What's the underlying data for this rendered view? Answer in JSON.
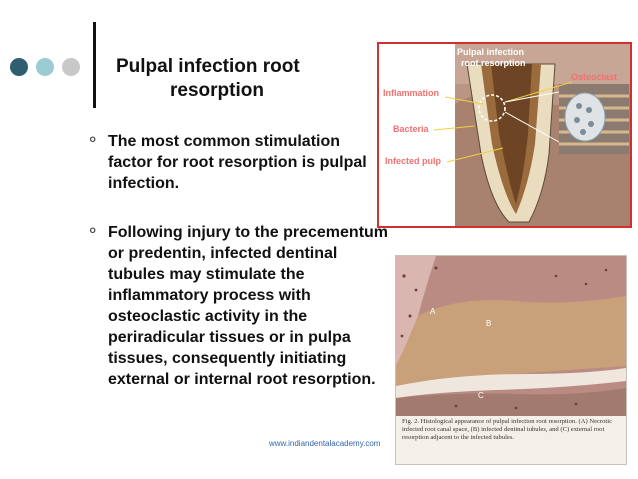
{
  "slide": {
    "title_line1": "Pulpal infection root",
    "title_line2": "resorption",
    "bullets": [
      {
        "symbol": "⚬",
        "text": "The most common stimulation factor for root resorption is pulpal infection."
      },
      {
        "symbol": "⚬",
        "text": " Following injury to the precementum or predentin, infected dentinal tubules may stimulate the inflammatory process with osteoclastic activity in the periradicular tissues or in pulpa tissues, consequently initiating external or internal root resorption."
      }
    ],
    "footer_url": "www.indiandentalacademy.com"
  },
  "decor": {
    "dot_colors": [
      "#2f5f6e",
      "#9ccbd3",
      "#c8c8c8"
    ]
  },
  "figure1": {
    "header": [
      "Pulpal infection",
      "root resorption"
    ],
    "labels": {
      "inflammation": "Inflammation",
      "bacteria": "Bacteria",
      "infected_pulp": "Infected pulp",
      "osteoclast": "Osteoclast"
    },
    "colors": {
      "border": "#d13030",
      "label": "#f07070",
      "callout": "#f0d040",
      "bg": "#c39a86"
    }
  },
  "figure2": {
    "region_labels": [
      "A",
      "B",
      "C"
    ],
    "caption": "Fig. 2. Histological appearance of pulpal infection root resorption. (A) Necrotic infected root canal space, (B) infected dentinal tubules, and (C) external root resorption adjacent to the infected tubules."
  }
}
